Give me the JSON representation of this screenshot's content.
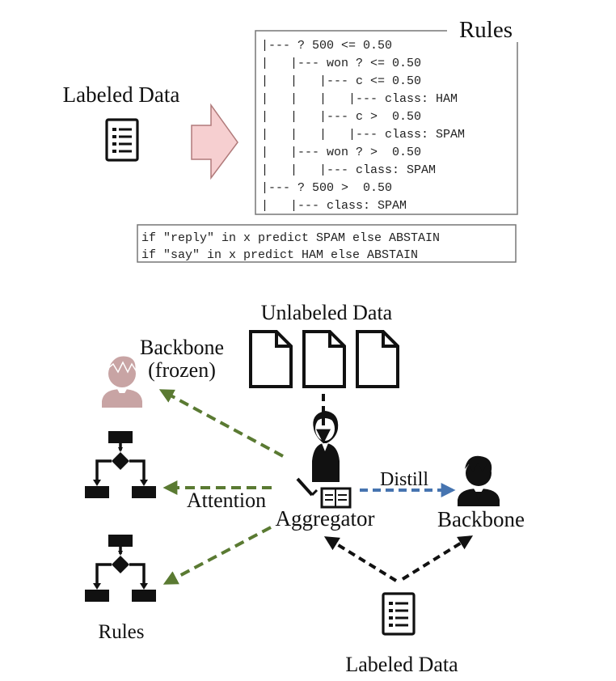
{
  "top_panel": {
    "input_label": "Labeled Data",
    "rules_title": "Rules",
    "tree_lines": [
      "|--- ? 500 <= 0.50",
      "|   |--- won ? <= 0.50",
      "|   |   |--- c <= 0.50",
      "|   |   |   |--- class: HAM",
      "|   |   |--- c >  0.50",
      "|   |   |   |--- class: SPAM",
      "|   |--- won ? >  0.50",
      "|   |   |--- class: SPAM",
      "|--- ? 500 >  0.50",
      "|   |--- class: SPAM"
    ],
    "rule_lines": [
      "if \"reply\" in x predict SPAM else ABSTAIN",
      "if \"say\" in x predict HAM else ABSTAIN"
    ]
  },
  "bottom_panel": {
    "unlabeled_label": "Unlabeled Data",
    "frozen_backbone_label_1": "Backbone",
    "frozen_backbone_label_2": "(frozen)",
    "attention_label": "Attention",
    "aggregator_label": "Aggregator",
    "distill_label": "Distill",
    "student_backbone_label": "Backbone",
    "rules_label": "Rules",
    "labeled_data_label": "Labeled Data"
  },
  "colors": {
    "green_arrow": "#5a7a32",
    "blue_arrow": "#4674b0",
    "black_arrow": "#111111",
    "pink_arrow_fill": "#f6cfd0",
    "pink_arrow_stroke": "#b07a7a",
    "frozen_person": "#c8a4a4"
  }
}
